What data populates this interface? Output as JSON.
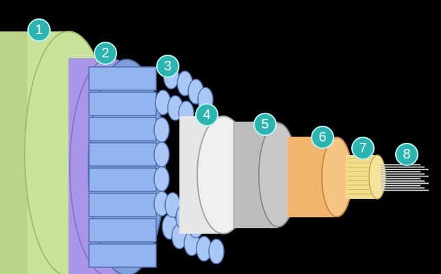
{
  "colors": {
    "background": "#000000",
    "layer1_jacket": "#c9e39a",
    "layer2_inner_jacket": "#a996e6",
    "layer3_tubes": "#8fb2ee",
    "layer4_shield": "#e6e6e6",
    "layer5_core_wrap": "#bdbdbd",
    "layer6_buffer": "#f2b56e",
    "layer7_strength": "#f2dd8a",
    "layer8_fibers": "#d9d9d9",
    "callout_fill": "#2bb5b0"
  },
  "callouts": [
    "1",
    "2",
    "3",
    "4",
    "5",
    "6",
    "7",
    "8"
  ]
}
